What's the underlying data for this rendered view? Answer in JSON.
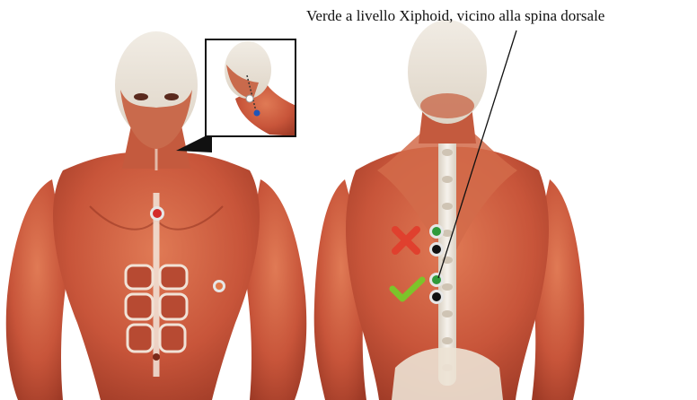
{
  "caption": {
    "text": "Verde a livello Xiphoid, vicino alla spina dorsale"
  },
  "figures": {
    "front": {
      "name": "anterior muscular torso"
    },
    "back": {
      "name": "posterior muscular torso"
    },
    "inset": {
      "name": "neck lead placement detail"
    }
  },
  "markers": {
    "colors": {
      "red": "#d42a2a",
      "green": "#2f9a3a",
      "black": "#111111",
      "blue": "#1f55b8",
      "ring": "#e6e6e6",
      "wrong": "#e0402e",
      "correct": "#7cc42a",
      "muscle": "#c8553a",
      "skin": "#ede6dc"
    },
    "wrong_icon": "cross-icon",
    "correct_icon": "check-icon"
  }
}
